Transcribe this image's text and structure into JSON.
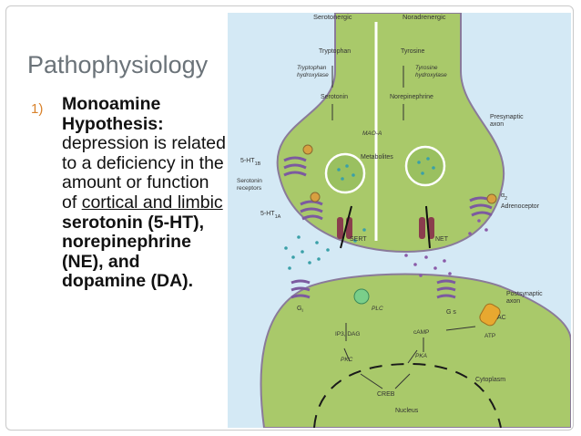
{
  "slide": {
    "title": "Pathophysiology",
    "list_number": "1)",
    "heading": "Monoamine Hypothesis:",
    "text_before": " depression is related to a deficiency in the amount or function of ",
    "underlined": "cortical and limbic",
    "bold_tail": " serotonin (5-HT), norepinephrine (NE), and dopamine (DA)."
  },
  "diagram": {
    "labels": {
      "serotonergic": "Serotonergic",
      "noradrenergic": "Noradrenergic",
      "tryptophan": "Tryptophan",
      "tryptophan_hydroxylase_1": "Tryptophan",
      "tryptophan_hydroxylase_2": "hydroxylase",
      "tyrosine": "Tyrosine",
      "tyrosine_hydroxylase_1": "Tyrosine",
      "tyrosine_hydroxylase_2": "hydroxylase",
      "serotonin": "Serotonin",
      "norepinephrine": "Norepinephrine",
      "presynaptic_1": "Presynaptic",
      "presynaptic_2": "axon",
      "mao_a": "MAO-A",
      "metabolites": "Metabolites",
      "ht1b": "5-HT",
      "ht1b_sub": "1B",
      "serotonin_receptors_1": "Serotonin",
      "serotonin_receptors_2": "receptors",
      "ht1a": "5-HT",
      "ht1a_sub": "1A",
      "alpha2": "α",
      "alpha2_sub": "2",
      "adrenoceptor": "Adrenoceptor",
      "sert": "SERT",
      "net": "NET",
      "postsynaptic_1": "Postsynaptic",
      "postsynaptic_2": "axon",
      "gi": "G",
      "gi_sub": "i",
      "plc": "PLC",
      "gs": "G s",
      "ac": "AC",
      "ip3_dag": "IP3, DAG",
      "camp": "cAMP",
      "atp": "ATP",
      "pkc": "PKC",
      "pka": "PKA",
      "creb": "CREB",
      "cytoplasm": "Cytoplasm",
      "nucleus": "Nucleus"
    },
    "colors": {
      "background": "#d4e9f5",
      "cell": "#a9c96a",
      "cell_border": "#8a7a9a",
      "receptor": "#7c5aa0",
      "transporter": "#8a3d4d",
      "molecule_dot": "#3aa0a8"
    }
  }
}
